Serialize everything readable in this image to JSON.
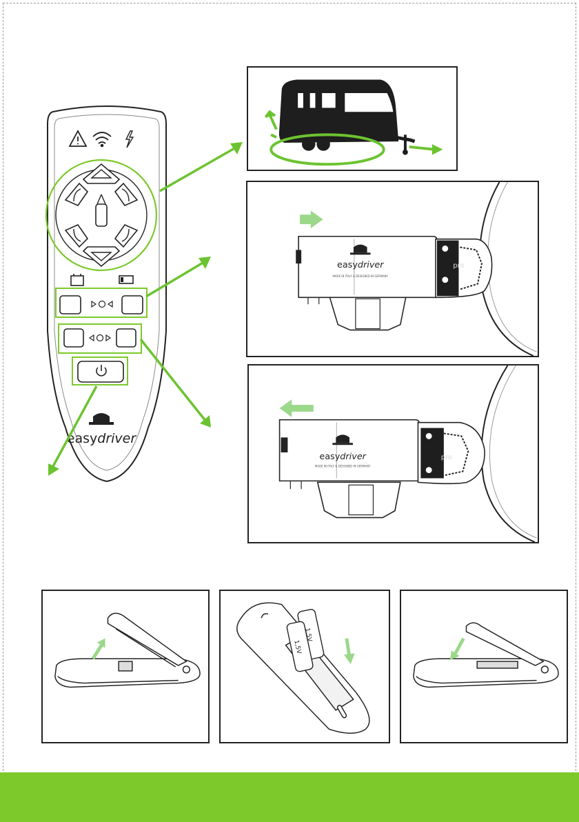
{
  "brand": {
    "name_prefix": "easy",
    "name_suffix": "driver",
    "variant_label": "pro",
    "fine_print": "MADE IN ITALY & DESIGNED IN GERMANY"
  },
  "colors": {
    "accent_green": "#7dc92b",
    "arrow_green": "#6cc330",
    "light_green": "#9bd88a",
    "footer": "#7dc92b",
    "ink": "#1e1e1e"
  },
  "battery_labels": [
    "1,5V",
    "1,5V"
  ],
  "icons": {
    "warning": "warning-triangle-icon",
    "signal": "wireless-signal-icon",
    "power_flash": "lightning-icon",
    "battery_empty": "battery-empty-icon",
    "battery_low": "battery-low-icon",
    "power": "power-icon"
  }
}
